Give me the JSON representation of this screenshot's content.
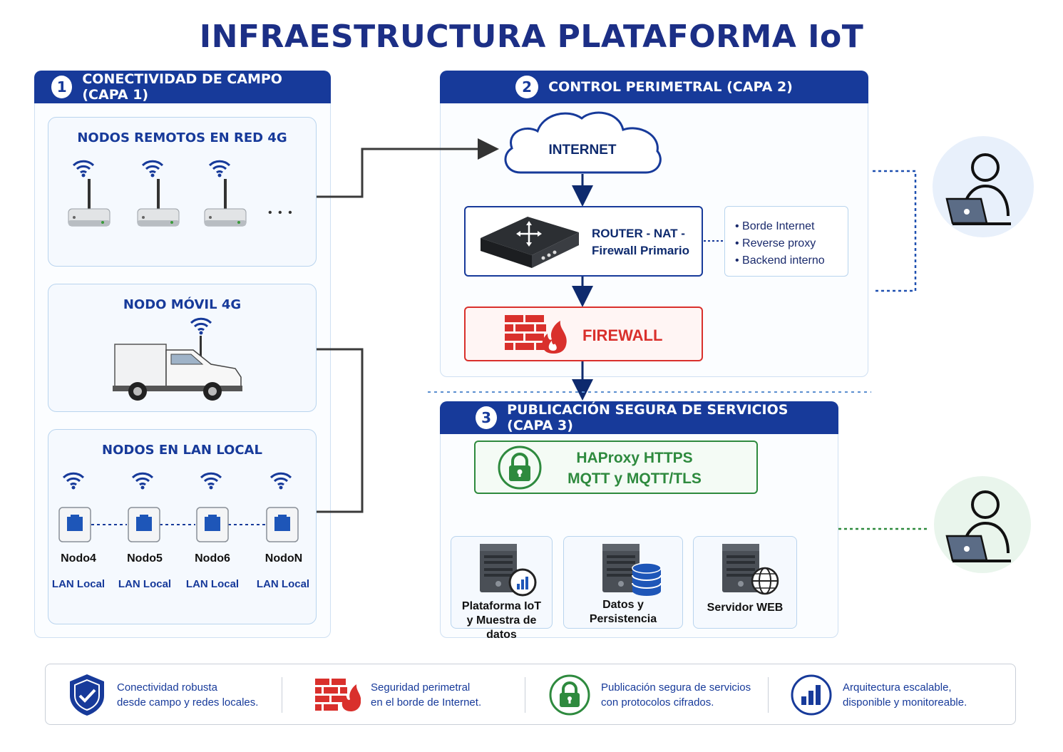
{
  "title": "INFRAESTRUCTURA PLATAFORMA IoT",
  "layer1": {
    "number": "1",
    "header": "CONECTIVIDAD DE CAMPO (CAPA 1)",
    "remote": {
      "title": "NODOS REMOTOS EN RED 4G",
      "more": "• • •"
    },
    "mobile": {
      "title": "NODO MÓVIL 4G"
    },
    "lan": {
      "title": "NODOS EN LAN LOCAL",
      "nodes": [
        {
          "name": "Nodo4",
          "lan": "LAN Local"
        },
        {
          "name": "Nodo5",
          "lan": "LAN Local"
        },
        {
          "name": "Nodo6",
          "lan": "LAN Local"
        },
        {
          "name": "NodoN",
          "lan": "LAN Local"
        }
      ]
    }
  },
  "layer2": {
    "number": "2",
    "header": "CONTROL PERIMETRAL (CAPA 2)",
    "internet": "INTERNET",
    "router_line1": "ROUTER - NAT -",
    "router_line2": "Firewall Primario",
    "router_notes": [
      "Borde Internet",
      "Reverse proxy",
      "Backend interno"
    ],
    "firewall": "FIREWALL"
  },
  "layer3": {
    "number": "3",
    "header": "PUBLICACIÓN SEGURA DE SERVICIOS (CAPA 3)",
    "haproxy_line1": "HAProxy HTTPS",
    "haproxy_line2": "MQTT y MQTT/TLS",
    "servers": [
      {
        "line1": "Plataforma IoT",
        "line2": "y Muestra de datos",
        "icon": "chart-icon"
      },
      {
        "line1": "Datos y",
        "line2": "Persistencia",
        "icon": "database-icon"
      },
      {
        "line1": "Servidor WEB",
        "line2": "",
        "icon": "globe-icon"
      }
    ]
  },
  "footer": [
    {
      "line1": "Conectividad robusta",
      "line2": "desde campo y redes locales.",
      "icon": "shield-check-icon"
    },
    {
      "line1": "Seguridad perimetral",
      "line2": "en el borde de Internet.",
      "icon": "firewall-icon"
    },
    {
      "line1": "Publicación segura de servicios",
      "line2": "con protocolos cifrados.",
      "icon": "lock-icon"
    },
    {
      "line1": "Arquitectura escalable,",
      "line2": "disponible y monitoreable.",
      "icon": "bar-chart-icon"
    }
  ],
  "colors": {
    "brand": "#173a9a",
    "firewall": "#d9302c",
    "secure": "#2e8a3e"
  }
}
